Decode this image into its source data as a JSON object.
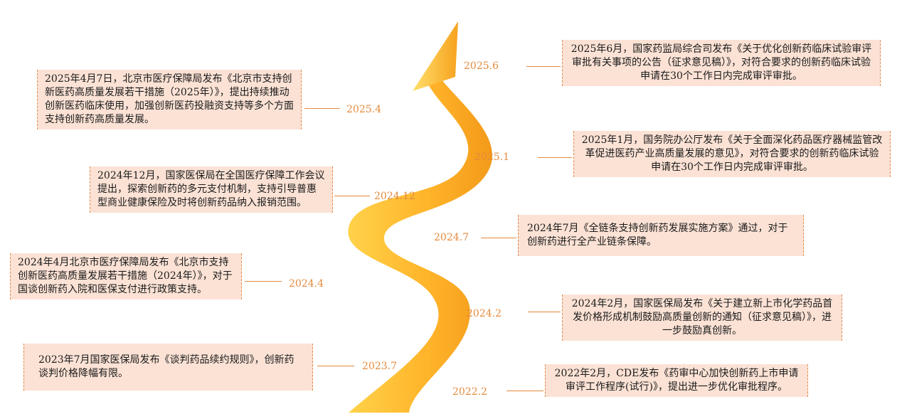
{
  "colors": {
    "arrow_light": "#ffd24a",
    "arrow_dark": "#f39a1a",
    "box_bg": "#fbe2d5",
    "year_text": "#e58a3c",
    "connector": "#e58a3c"
  },
  "events": [
    {
      "year": "2025.6",
      "text": "2025年6月，国家药监局综合司发布《关于优化创新药临床试验审评审批有关事项的公告（征求意见稿）》，对符合要求的创新药临床试验申请在30个工作日内完成审评审批。"
    },
    {
      "year": "2025.4",
      "text": "2025年4月7日，北京市医疗保障局发布《北京市支持创新医药高质量发展若干措施（2025年）》，提出持续推动创新医药临床使用，加强创新医药投融资支持等多个方面支持创新药高质量发展。"
    },
    {
      "year": "2025.1",
      "text": "2025年1月，国务院办公厅发布《关于全面深化药品医疗器械监管改革促进医药产业高质量发展的意见》，对符合要求的创新药临床试验申请在30个工作日内完成审评审批。"
    },
    {
      "year": "2024.12",
      "text": "2024年12月，国家医保局在全国医疗保障工作会议提出，探索创新药的多元支付机制，支持引导普惠型商业健康保险及时将创新药品纳入报销范围。"
    },
    {
      "year": "2024.7",
      "text": "2024年7月《全链条支持创新药发展实施方案》通过，对于创新药进行全产业链条保障。"
    },
    {
      "year": "2024.4",
      "text": "2024年4月北京市医疗保障局发布《北京市支持创新医药高质量发展若干措施（2024年）》，对于国谈创新药入院和医保支付进行政策支持。"
    },
    {
      "year": "2024.2",
      "text": "2024年2月，国家医保局发布《关于建立新上市化学药品首发价格形成机制鼓励高质量创新的通知（征求意见稿）》，进一步鼓励真创新。"
    },
    {
      "year": "2023.7",
      "text": "2023年7月国家医保局发布《谈判药品续约规则》，创新药谈判价格降幅有限。"
    },
    {
      "year": "2022.2",
      "text": "2022年2月，CDE发布《药审中心加快创新药上市申请审评工作程序(试行)》，提出进一步优化审批程序。"
    }
  ]
}
